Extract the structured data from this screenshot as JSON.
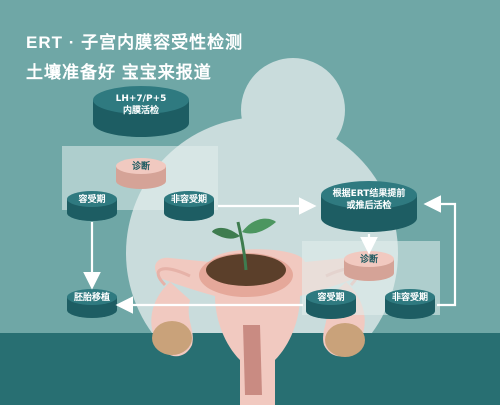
{
  "header": {
    "line1": "ERT · 子宫内膜容受性检测",
    "line2": "土壤准备好 宝宝来报道"
  },
  "nodes": {
    "biopsy_line1": "LH+7/P+5",
    "biopsy_line2": "内膜活检",
    "diagnosis_left": "诊断",
    "receptive_left": "容受期",
    "non_receptive_left": "非容受期",
    "transfer": "胚胎移植",
    "adjust_line1": "根据ERT结果提前",
    "adjust_line2": "或推后活检",
    "diagnosis_right": "诊断",
    "receptive_right": "容受期",
    "non_receptive_right": "非容受期"
  },
  "colors": {
    "background": "#6fa7a6",
    "teal_dark": "#2f7a80",
    "teal_mid": "#3b8f93",
    "panel_light": "#d3e6e4",
    "pink": "#f1c9c0",
    "soil": "#5b3f2a",
    "bottom_band": "#286f72"
  }
}
